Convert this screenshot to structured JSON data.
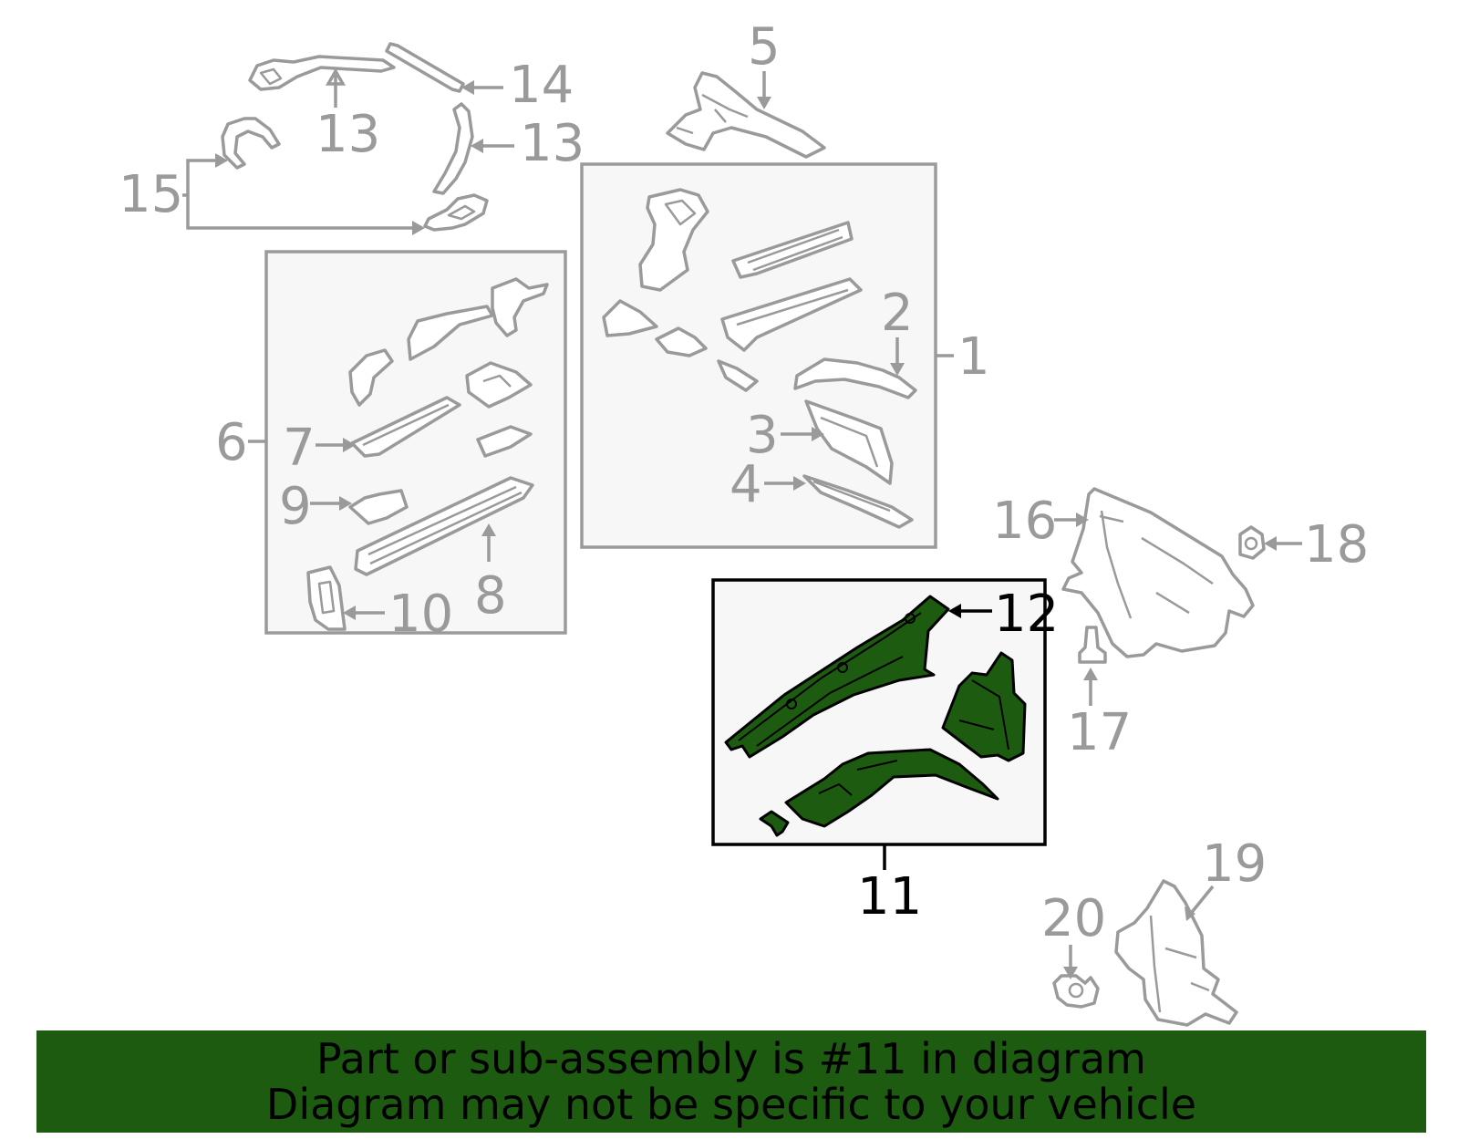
{
  "colors": {
    "highlight": "#1d5c10",
    "outline_grey": "#9a9a9a",
    "box_fill": "#f7f7f7",
    "banner": "#1d5c10"
  },
  "callouts": {
    "c1": "1",
    "c2": "2",
    "c3": "3",
    "c4": "4",
    "c5": "5",
    "c6": "6",
    "c7": "7",
    "c8": "8",
    "c9": "9",
    "c10": "10",
    "c11": "11",
    "c12": "12",
    "c13a": "13",
    "c13b": "13",
    "c14": "14",
    "c15": "15",
    "c16": "16",
    "c17": "17",
    "c18": "18",
    "c19": "19",
    "c20": "20"
  },
  "highlighted_part": "11",
  "banner": {
    "line1": "Part or sub-assembly is #11 in diagram",
    "line2": "Diagram may not be specific to your vehicle"
  }
}
